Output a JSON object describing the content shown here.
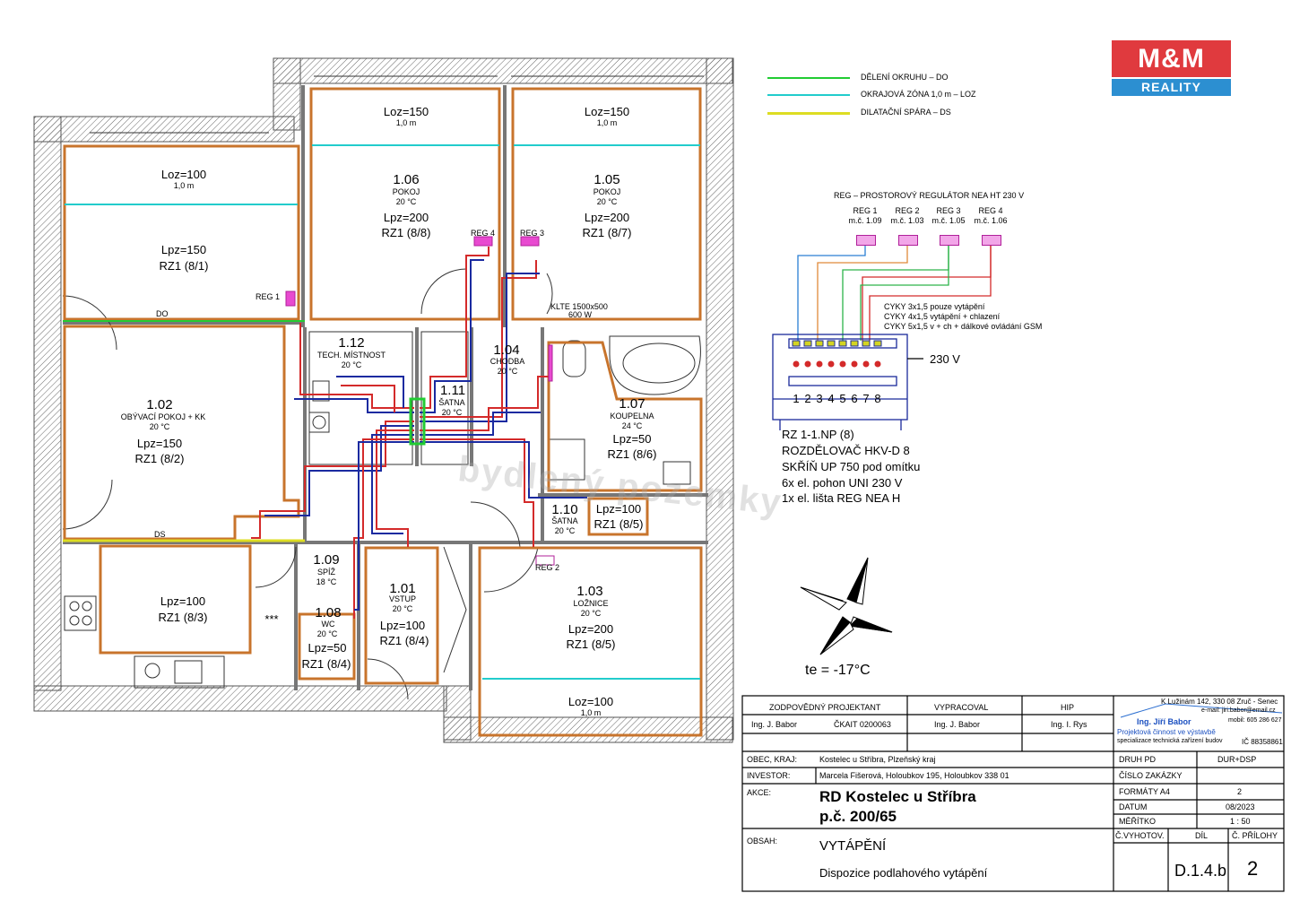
{
  "logo": {
    "line1": "M&M",
    "line2": "REALITY"
  },
  "watermark": "bydlený pozemky",
  "legend": [
    {
      "label": "DĚLENÍ OKRUHU – DO",
      "color": "#22cc33"
    },
    {
      "label": "OKRAJOVÁ ZÓNA 1,0 m – LOZ",
      "color": "#22cccc"
    },
    {
      "label": "DILATAČNÍ SPÁRA – DS",
      "color": "#dddd22"
    }
  ],
  "rooms": {
    "r106": {
      "loz": "Loz=150",
      "loz_m": "1,0 m",
      "num": "1.06",
      "name": "POKOJ",
      "temp": "20 °C",
      "lpz": "Lpz=200",
      "rz": "RZ1 (8/8)"
    },
    "r105": {
      "loz": "Loz=150",
      "loz_m": "1,0 m",
      "num": "1.05",
      "name": "POKOJ",
      "temp": "20 °C",
      "lpz": "Lpz=200",
      "rz": "RZ1 (8/7)"
    },
    "r_top_left": {
      "loz": "Loz=100",
      "loz_m": "1,0 m",
      "lpz": "Lpz=150",
      "rz": "RZ1 (8/1)"
    },
    "r102": {
      "num": "1.02",
      "name": "OBÝVACÍ POKOJ + KK",
      "temp": "20 °C",
      "lpz": "Lpz=150",
      "rz": "RZ1 (8/2)"
    },
    "r112": {
      "num": "1.12",
      "name": "TECH. MÍSTNOST",
      "temp": "20 °C"
    },
    "r104": {
      "num": "1.04",
      "name": "CHODBA",
      "temp": "20 °C"
    },
    "r111": {
      "num": "1.11",
      "name": "ŠATNA",
      "temp": "20 °C"
    },
    "r107": {
      "num": "1.07",
      "name": "KOUPELNA",
      "temp": "24 °C",
      "lpz": "Lpz=50",
      "rz": "RZ1 (8/6)"
    },
    "r110": {
      "num": "1.10",
      "name": "ŠATNA",
      "temp": "20 °C",
      "lpz": "Lpz=100",
      "rz": "RZ1 (8/5)"
    },
    "r109": {
      "num": "1.09",
      "name": "SPÍŽ",
      "temp": "18 °C"
    },
    "r_kitchen": {
      "lpz": "Lpz=100",
      "rz": "RZ1 (8/3)"
    },
    "r108": {
      "num": "1.08",
      "name": "WC",
      "temp": "20 °C",
      "lpz": "Lpz=50",
      "rz": "RZ1 (8/4)"
    },
    "r101": {
      "num": "1.01",
      "name": "VSTUP",
      "temp": "20 °C",
      "lpz": "Lpz=100",
      "rz": "RZ1 (8/4)"
    },
    "r103": {
      "num": "1.03",
      "name": "LOŽNICE",
      "temp": "20 °C",
      "lpz": "Lpz=200",
      "rz": "RZ1 (8/5)",
      "loz": "Loz=100",
      "loz_m": "1,0 m"
    }
  },
  "plan_labels": {
    "reg1": "REG 1",
    "reg2": "REG 2",
    "reg3": "REG 3",
    "reg4": "REG 4",
    "do": "DO",
    "ds": "DS",
    "klte": "KLTE 1500x500",
    "klte_w": "600 W",
    "stars": "***"
  },
  "schema": {
    "title": "REG – PROSTOROVÝ REGULÁTOR NEA HT 230 V",
    "regs": [
      {
        "label": "REG 1",
        "room": "m.č. 1.09",
        "color": "#2a7fd4"
      },
      {
        "label": "REG 2",
        "room": "m.č. 1.03",
        "color": "#e08a3a"
      },
      {
        "label": "REG 3",
        "room": "m.č. 1.05",
        "color": "#2db34a"
      },
      {
        "label": "REG 4",
        "room": "m.č. 1.06",
        "color": "#d42a2a"
      }
    ],
    "cables": [
      "CYKY 3x1,5 pouze vytápění",
      "CYKY 4x1,5 vytápění + chlazení",
      "CYKY 5x1,5 v + ch + dálkové ovládání GSM"
    ],
    "voltage": "230 V",
    "outputs": [
      "1",
      "2",
      "3",
      "4",
      "5",
      "6",
      "7",
      "8"
    ],
    "desc": [
      "RZ 1-1.NP  (8)",
      "ROZDĚLOVAČ HKV-D 8",
      "SKŘÍŇ UP 750  pod omítku",
      "6x el. pohon UNI 230 V",
      "1x el. lišta REG NEA H"
    ]
  },
  "temp_outside": "te = -17°C",
  "titleblock": {
    "h_projektant": "ZODPOVĚDNÝ PROJEKTANT",
    "h_vypracoval": "VYPRACOVAL",
    "h_hip": "HIP",
    "projektant": "Ing. J. Babor",
    "ckait": "ČKAIT 0200063",
    "vypracoval": "Ing. J. Babor",
    "hip": "Ing. I. Rys",
    "company_addr": "K Lužinám 142, 330 08 Zruč - Senec",
    "company_email": "e-mail: jiri.babor@email.cz",
    "company_phone": "mobil: 605 286 627",
    "company_name": "Ing. Jiří Babor",
    "company_desc1": "Projektová činnost ve výstavbě",
    "company_desc2": "specializace technická zařízení budov",
    "company_ic": "IČ 88358861",
    "obec_l": "OBEC, KRAJ:",
    "obec": "Kostelec u Stříbra, Plzeňský kraj",
    "investor_l": "INVESTOR:",
    "investor": "Marcela Fišerová, Holoubkov 195, Holoubkov 338 01",
    "akce_l": "AKCE:",
    "akce1": "RD Kostelec u Stříbra",
    "akce2": "p.č. 200/65",
    "obsah_l": "OBSAH:",
    "obsah1": "VYTÁPĚNÍ",
    "obsah2": "Dispozice podlahového vytápění",
    "druh_l": "DRUH PD",
    "druh": "DUR+DSP",
    "zakazka_l": "ČÍSLO ZAKÁZKY",
    "formaty_l": "FORMÁTY  A4",
    "formaty": "2",
    "datum_l": "DATUM",
    "datum": "08/2023",
    "meritko_l": "MĚŘÍTKO",
    "meritko": "1 : 50",
    "vyhotov_l": "Č.VYHOTOV.",
    "dil_l": "DÍL",
    "priloha_l": "Č. PŘÍLOHY",
    "dil": "D.1.4.b",
    "priloha": "2"
  }
}
